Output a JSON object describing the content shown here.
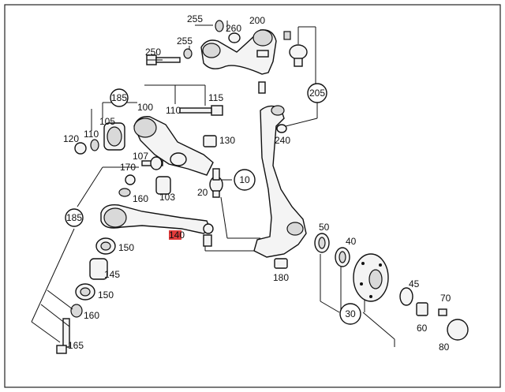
{
  "labels": {
    "l255a": "255",
    "l260": "260",
    "l200": "200",
    "l255b": "255",
    "l250": "250",
    "l185a": "185",
    "l100": "100",
    "l110a": "110",
    "l115": "115",
    "l205": "205",
    "l105": "105",
    "l120": "120",
    "l110b": "110",
    "l130": "130",
    "l240": "240",
    "l107": "107",
    "l170": "170",
    "l10": "10",
    "l20": "20",
    "l160a": "160",
    "l103": "103",
    "l185b": "185",
    "l140": "140",
    "l150a": "150",
    "l145": "145",
    "l150b": "150",
    "l160b": "160",
    "l165": "165",
    "l180": "180",
    "l50": "50",
    "l40": "40",
    "l45": "45",
    "l70": "70",
    "l30": "30",
    "l60": "60",
    "l80": "80"
  },
  "colors": {
    "highlight": "#e23b3b"
  }
}
